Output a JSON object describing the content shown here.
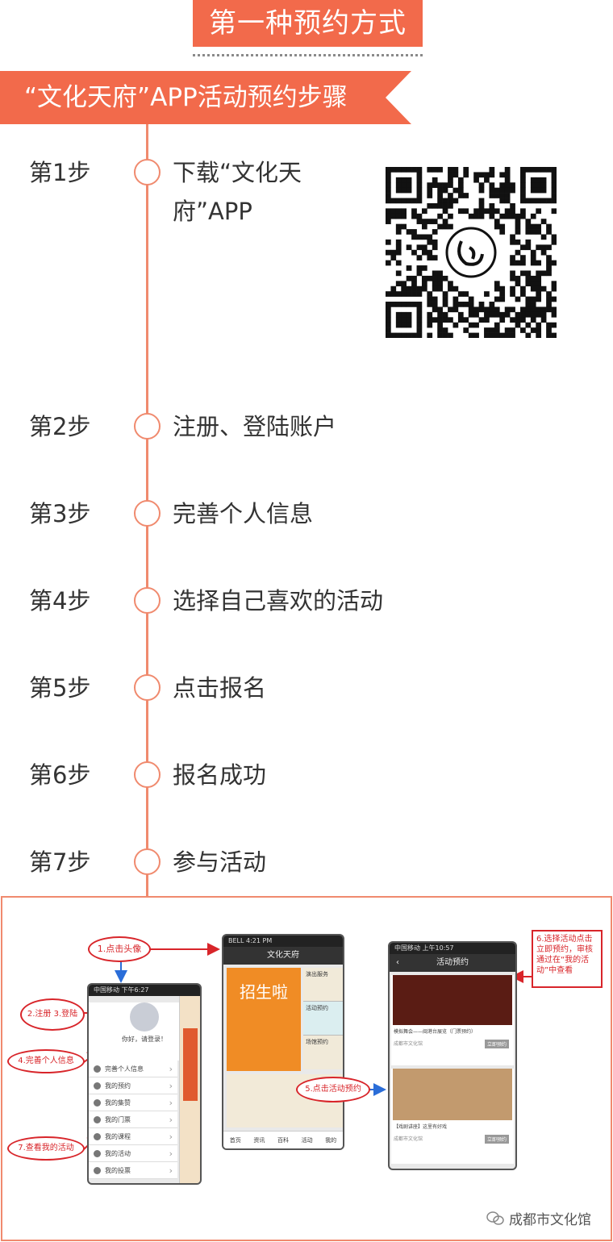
{
  "header": {
    "title": "第一种预约方式"
  },
  "banner": {
    "text": "“文化天府”APP活动预约步骤"
  },
  "steps": [
    {
      "label": "第1步",
      "text": "下载“文化天府”APP"
    },
    {
      "label": "第2步",
      "text": "注册、登陆账户"
    },
    {
      "label": "第3步",
      "text": "完善个人信息"
    },
    {
      "label": "第4步",
      "text": "选择自己喜欢的活动"
    },
    {
      "label": "第5步",
      "text": "点击报名"
    },
    {
      "label": "第6步",
      "text": "报名成功"
    },
    {
      "label": "第7步",
      "text": "参与活动"
    }
  ],
  "colors": {
    "accent": "#f26a4b",
    "line": "#f08a6e",
    "annotation": "#d8252a"
  },
  "screenshot": {
    "annotations": {
      "a1": "1.点击头像",
      "a2": "2.注册 3.登陆",
      "a4": "4.完善个人信息",
      "a5": "5.点击活动预约",
      "a6": "6.选择活动点击立即预约，审核通过在“我的活动”中查看",
      "a7": "7.查看我的活动"
    },
    "phone1": {
      "status": "中国移动  下午6:27",
      "greeting": "你好，请登录！",
      "menu": [
        "完善个人信息",
        "我的预约",
        "我的集赞",
        "我的门票",
        "我的课程",
        "我的活动",
        "我的投票"
      ]
    },
    "phone2": {
      "status": "BELL  4:21 PM",
      "title": "文化天府",
      "poster": "招生啦",
      "side_tabs": [
        "演出服务",
        "活动预约",
        "场馆预约"
      ],
      "tabs": [
        "首页",
        "资讯",
        "百科",
        "活动",
        "我的"
      ]
    },
    "phone3": {
      "status": "中国移动  上午10:57",
      "title": "活动预约",
      "item1": "模拟舞会——闽港台展览（门票预约）",
      "item1_btn": "立即预约",
      "item2": "【戏剧讲座】这里有好戏",
      "item2_btn": "立即预约",
      "org": "成都市文化馆"
    }
  },
  "watermark": {
    "text": "成都市文化馆",
    "icon": "wechat-icon"
  }
}
